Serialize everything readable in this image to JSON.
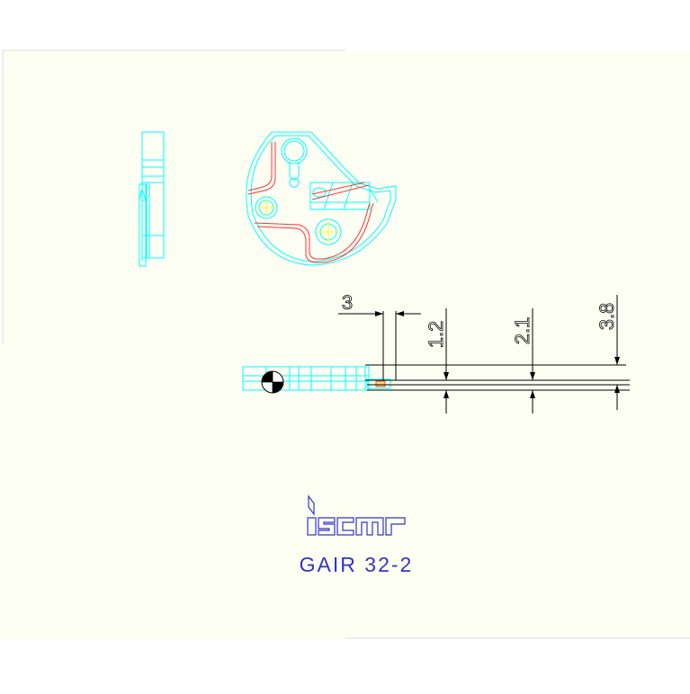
{
  "drawing": {
    "background": "#fdfff3",
    "colors": {
      "outline": "#00ffff",
      "section": "#ff3333",
      "center_mark": "#ffff00",
      "dimension": "#000000",
      "label": "#3333cc",
      "frame": "#dddddd"
    },
    "dimensions": {
      "width_3": "3",
      "depth_1_2": "1.2",
      "depth_2_1": "2.1",
      "depth_3_8": "3.8"
    },
    "logo": {
      "brand": "iscar",
      "product_code": "GAIR 32-2"
    }
  }
}
